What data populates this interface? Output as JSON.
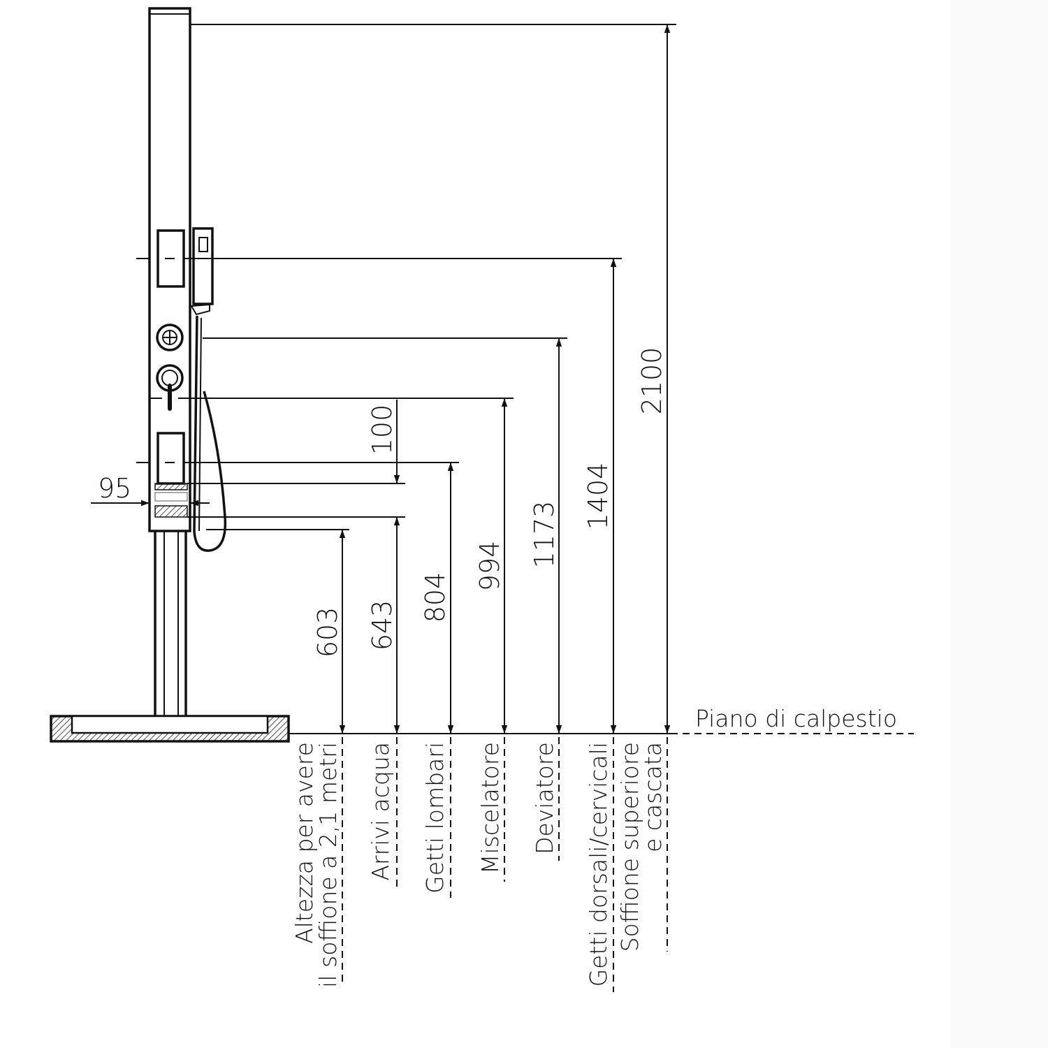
{
  "floor_label": "Piano di calpestio",
  "panel_depth": "95",
  "inlet_spacing": "100",
  "dimensions": [
    {
      "value": "603",
      "label_lines": [
        "Altezza per avere",
        "il soffione a 2,1 metri"
      ]
    },
    {
      "value": "643",
      "label_lines": [
        "Arrivi acqua"
      ]
    },
    {
      "value": "804",
      "label_lines": [
        "Getti lombari"
      ]
    },
    {
      "value": "994",
      "label_lines": [
        "Miscelatore"
      ]
    },
    {
      "value": "1173",
      "label_lines": [
        "Deviatore"
      ]
    },
    {
      "value": "1404",
      "label_lines": [
        "Getti dorsali/cervicali"
      ]
    },
    {
      "value": "2100",
      "label_lines": [
        "Soffione superiore",
        "e cascata"
      ]
    }
  ]
}
